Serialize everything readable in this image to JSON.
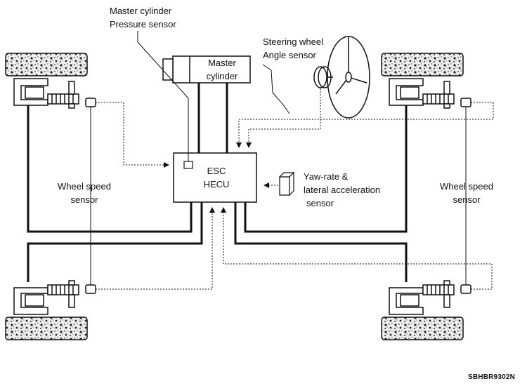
{
  "labels": {
    "master_cylinder_pressure_sensor": [
      "Master cylinder",
      "Pressure sensor"
    ],
    "master_cylinder": [
      "Master",
      "cylinder"
    ],
    "steering_wheel_angle_sensor": [
      "Steering wheel",
      "Angle sensor"
    ],
    "esc_hecu": [
      "ESC",
      "HECU"
    ],
    "yaw_rate_sensor": [
      "Yaw-rate &",
      "lateral acceleration",
      "sensor"
    ],
    "wheel_speed_sensor_left": [
      "Wheel speed",
      "sensor"
    ],
    "wheel_speed_sensor_right": [
      "Wheel speed",
      "sensor"
    ],
    "figure_code": "SBHBR9302N"
  },
  "colors": {
    "line": "#111111",
    "background": "#ffffff",
    "tire_fill": "#e8e8e8"
  }
}
